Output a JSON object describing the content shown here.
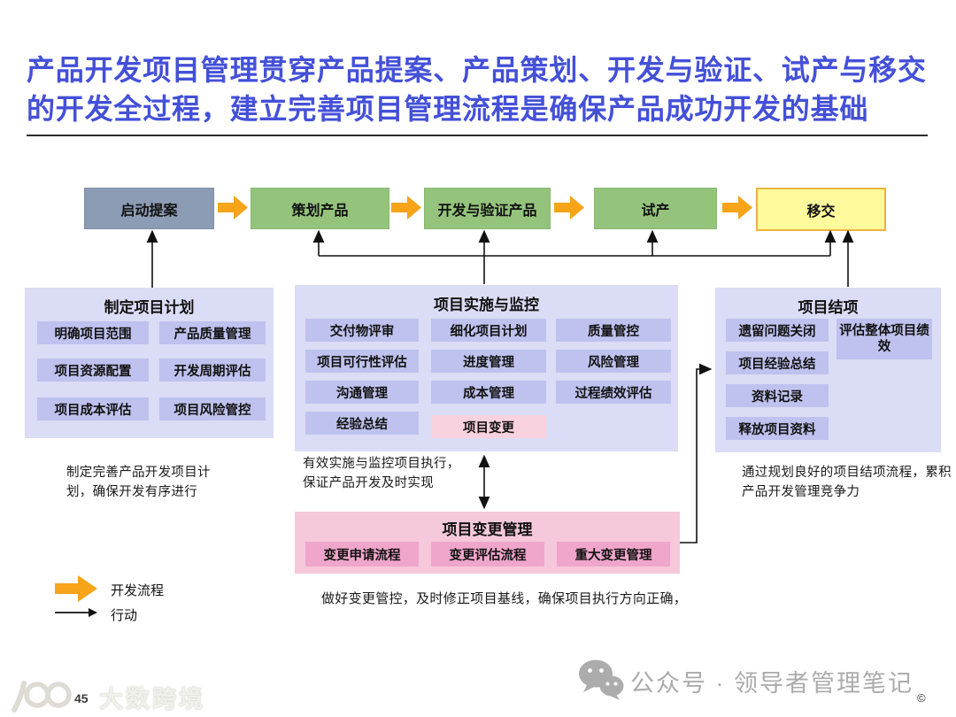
{
  "title": {
    "text": "产品开发项目管理贯穿产品提案、产品策划、开发与验证、试产与移交的开发全过程，建立完善项目管理流程是确保产品成功开发的基础"
  },
  "flow": {
    "stages": [
      {
        "label": "启动提案"
      },
      {
        "label": "策划产品"
      },
      {
        "label": "开发与验证产品"
      },
      {
        "label": "试产"
      },
      {
        "label": "移交"
      }
    ]
  },
  "sections": {
    "plan": {
      "title": "制定项目计划",
      "items": [
        "明确项目范围",
        "产品质量管理",
        "项目资源配置",
        "开发周期评估",
        "项目成本评估",
        "项目风险管控"
      ],
      "note": "制定完善产品开发项目计划，确保开发有序进行"
    },
    "monitor": {
      "title": "项目实施与监控",
      "col1": [
        "交付物评审",
        "项目可行性评估",
        "沟通管理",
        "经验总结"
      ],
      "col2": [
        "细化项目计划",
        "进度管理",
        "成本管理",
        "项目变更"
      ],
      "col3": [
        "质量管控",
        "风险管理",
        "过程绩效评估"
      ],
      "note": "有效实施与监控项目执行，保证产品开发及时实现"
    },
    "closing": {
      "title": "项目结项",
      "col1": [
        "遗留问题关闭",
        "项目经验总结",
        "资料记录",
        "释放项目资料"
      ],
      "col2": [
        "评估整体项目绩效"
      ],
      "note": "通过规划良好的项目结项流程，累积产品开发管理竞争力"
    },
    "change": {
      "title": "项目变更管理",
      "items": [
        "变更申请流程",
        "变更评估流程",
        "重大变更管理"
      ],
      "note": "做好变更管控，及时修正项目基线，确保项目执行方向正确，"
    }
  },
  "legend": {
    "flow_label": "开发流程",
    "action_label": "行动"
  },
  "footer": {
    "page_number": "45",
    "watermark": "大数跨境",
    "account_label": "公众号 · 领导者管理笔记",
    "copyright": "©"
  },
  "colors": {
    "title_blue": "#4450d8",
    "stage_gray": "#8c9cb5",
    "stage_green": "#94c47c",
    "stage_yellow": "#fffb9d",
    "stage_yellow_border": "#ecb23d",
    "section_lavender": "#dbdcf5",
    "box_lavender": "#bfc2ee",
    "section_pink": "#f5c8db",
    "box_pink": "#f0a5cb",
    "box_pink_light": "#f8d2de",
    "arrow_orange": "#f8a418",
    "connector_black": "#111111"
  }
}
